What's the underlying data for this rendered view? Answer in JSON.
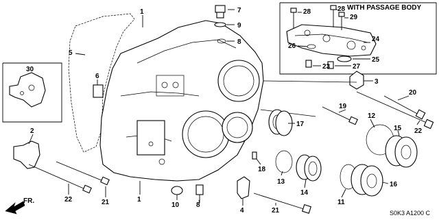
{
  "inset": {
    "title": "WITH PASSAGE BODY"
  },
  "diagram_code": "S0K3  A1200 C",
  "fr_label": "FR.",
  "callouts": {
    "c1": "1",
    "c2": "2",
    "c3": "3",
    "c4": "4",
    "c5": "5",
    "c6": "6",
    "c7": "7",
    "c8": "8",
    "c9": "9",
    "c10": "10",
    "c11": "11",
    "c12": "12",
    "c13": "13",
    "c14": "14",
    "c15": "15",
    "c16": "16",
    "c17": "17",
    "c18": "18",
    "c19": "19",
    "c20": "20",
    "c21a": "21",
    "c21b": "21",
    "c22a": "22",
    "c22b": "22",
    "c23": "23",
    "c24": "24",
    "c25": "25",
    "c26": "26",
    "c27": "27",
    "c28a": "28",
    "c28b": "28",
    "c29": "29",
    "c30": "30"
  }
}
